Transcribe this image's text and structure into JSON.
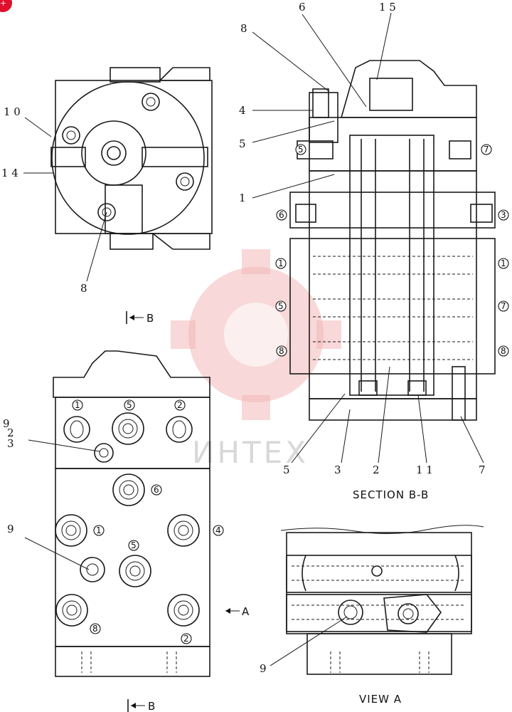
{
  "view_labels": {
    "section": "SECTION  B-B",
    "view": "VIEW  A",
    "arrow_b_top": "B",
    "arrow_b_bottom": "B",
    "arrow_a": "A"
  },
  "watermark": {
    "text": "ИНТЕХ",
    "color": "#f3b8b8"
  },
  "badge_color": "#e0102c",
  "top_view_callouts": [
    "1 0",
    "1 4",
    "8"
  ],
  "front_view_callouts": [
    "9",
    "2",
    "3",
    "9"
  ],
  "section_callouts_top": [
    "6",
    "1 5",
    "8",
    "4",
    "5",
    "1"
  ],
  "section_callouts_bottom": [
    "5",
    "3",
    "2",
    "1 1",
    "7"
  ],
  "view_a_callouts": [
    "9"
  ],
  "ports": {
    "section_left": [
      "5",
      "6",
      "1",
      "5",
      "8"
    ],
    "section_right": [
      "7",
      "3",
      "1",
      "7",
      "8"
    ],
    "front": [
      "1",
      "5",
      "2",
      "6",
      "1",
      "4",
      "5",
      "8",
      "2"
    ]
  }
}
